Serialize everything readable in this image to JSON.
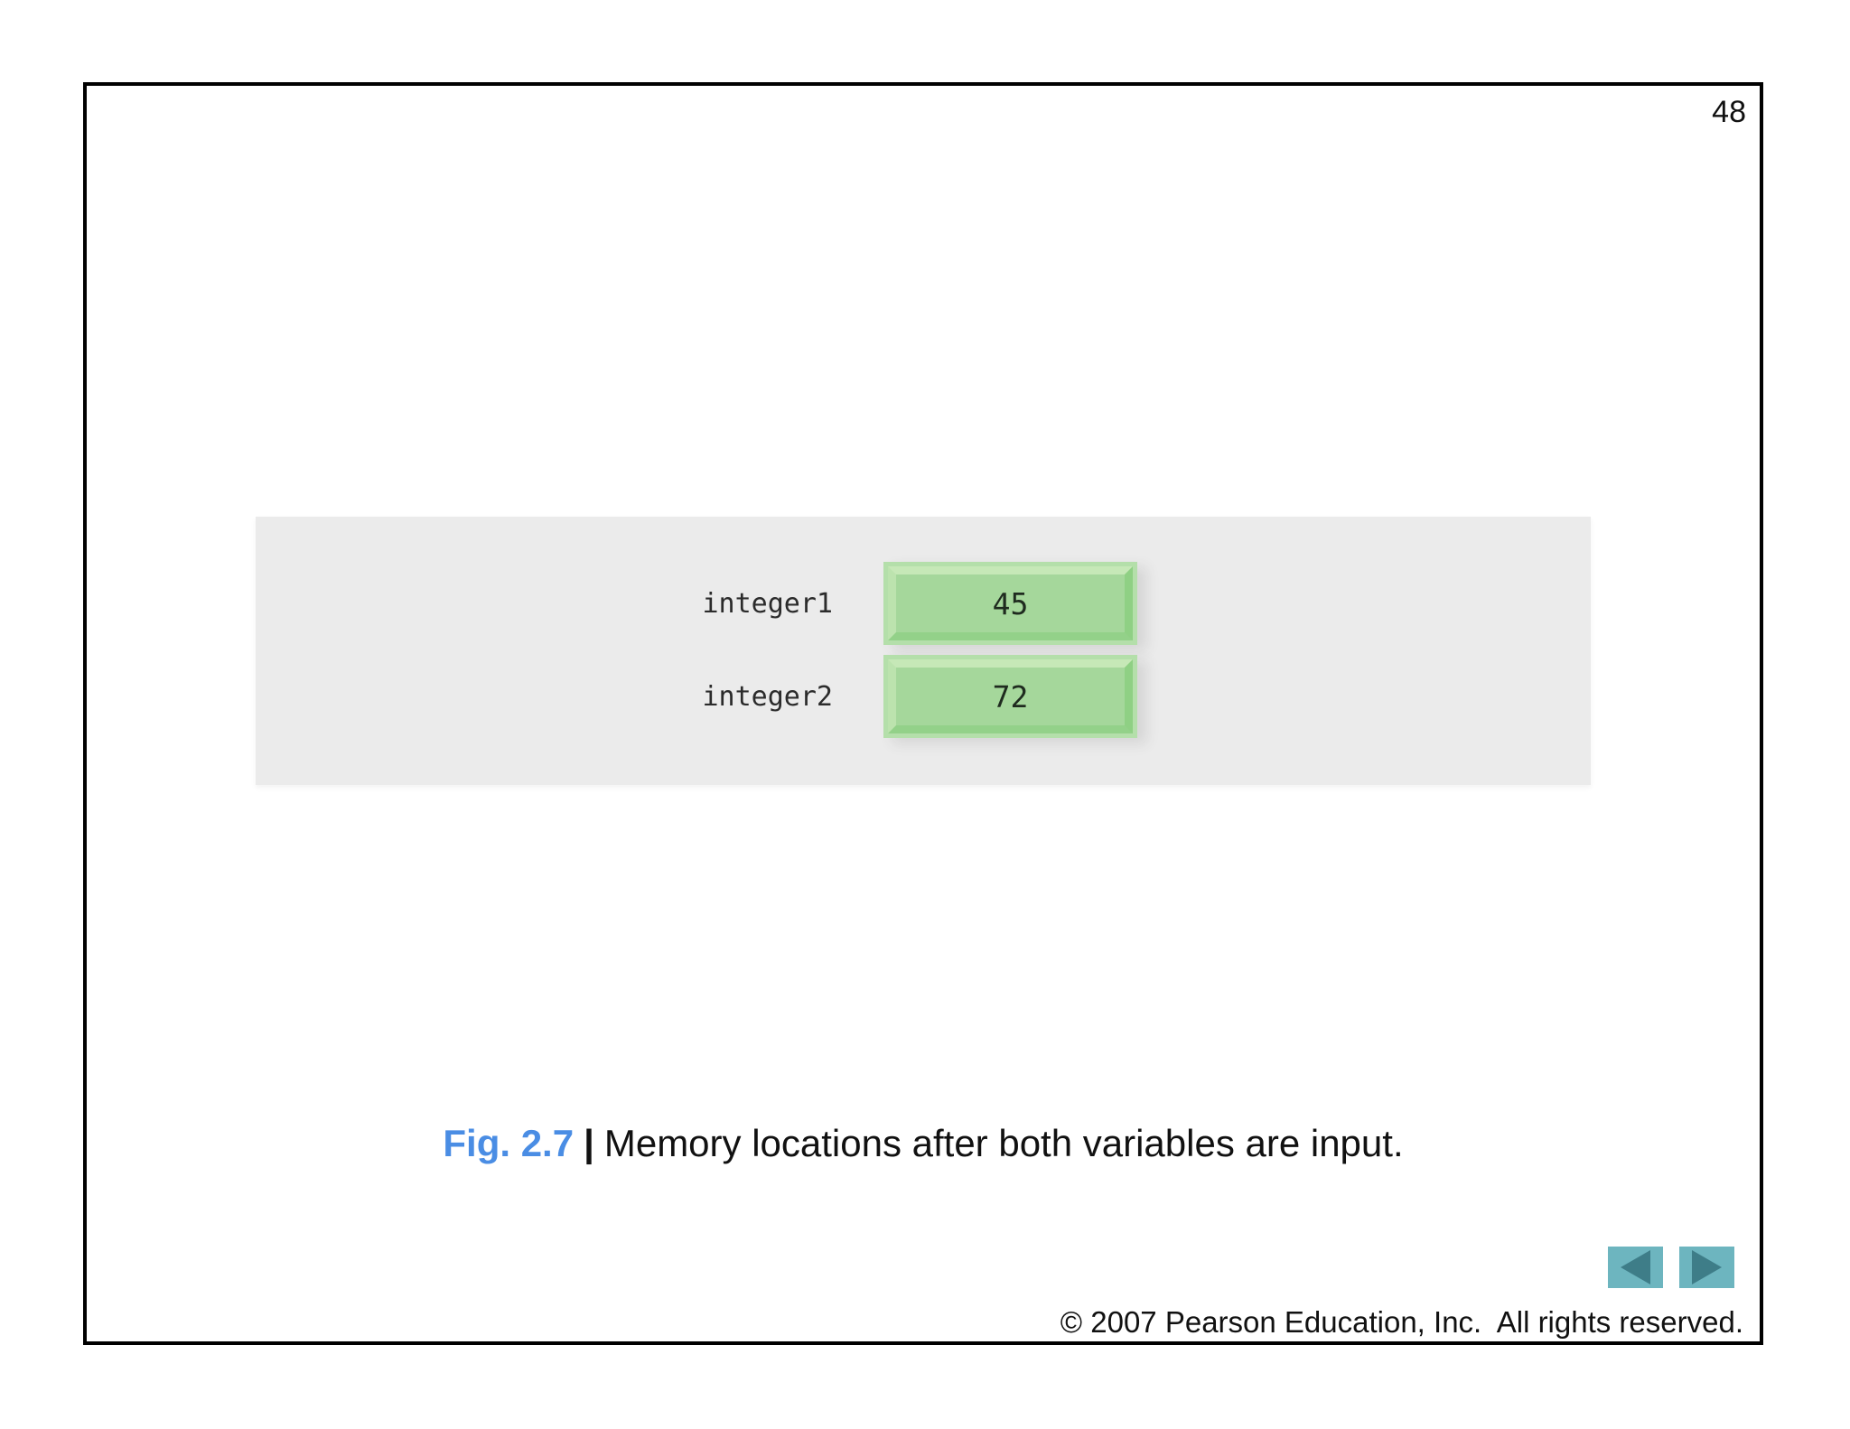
{
  "page_number": "48",
  "figure": {
    "rows": [
      {
        "label": "integer1",
        "value": "45"
      },
      {
        "label": "integer2",
        "value": "72"
      }
    ]
  },
  "caption": {
    "fig_label": "Fig. 2.7",
    "separator": "|",
    "text": "Memory locations after both variables are input."
  },
  "icons": {
    "prev": "triangle-left",
    "next": "triangle-right"
  },
  "footer": {
    "copyright": "© 2007 Pearson Education, Inc.  All rights reserved."
  },
  "colors": {
    "figure_label_blue": "#4a8de4",
    "panel_gray": "#ebebeb",
    "cell_green_face": "#a5d79b",
    "cell_green_highlight": "#c6e8b7",
    "cell_green_shadow": "#8fd084",
    "cell_green_frame": "#b4dfaa",
    "nav_button_teal": "#6db5bf",
    "nav_arrow_teal": "#3e7d88",
    "slide_border": "#000000"
  }
}
